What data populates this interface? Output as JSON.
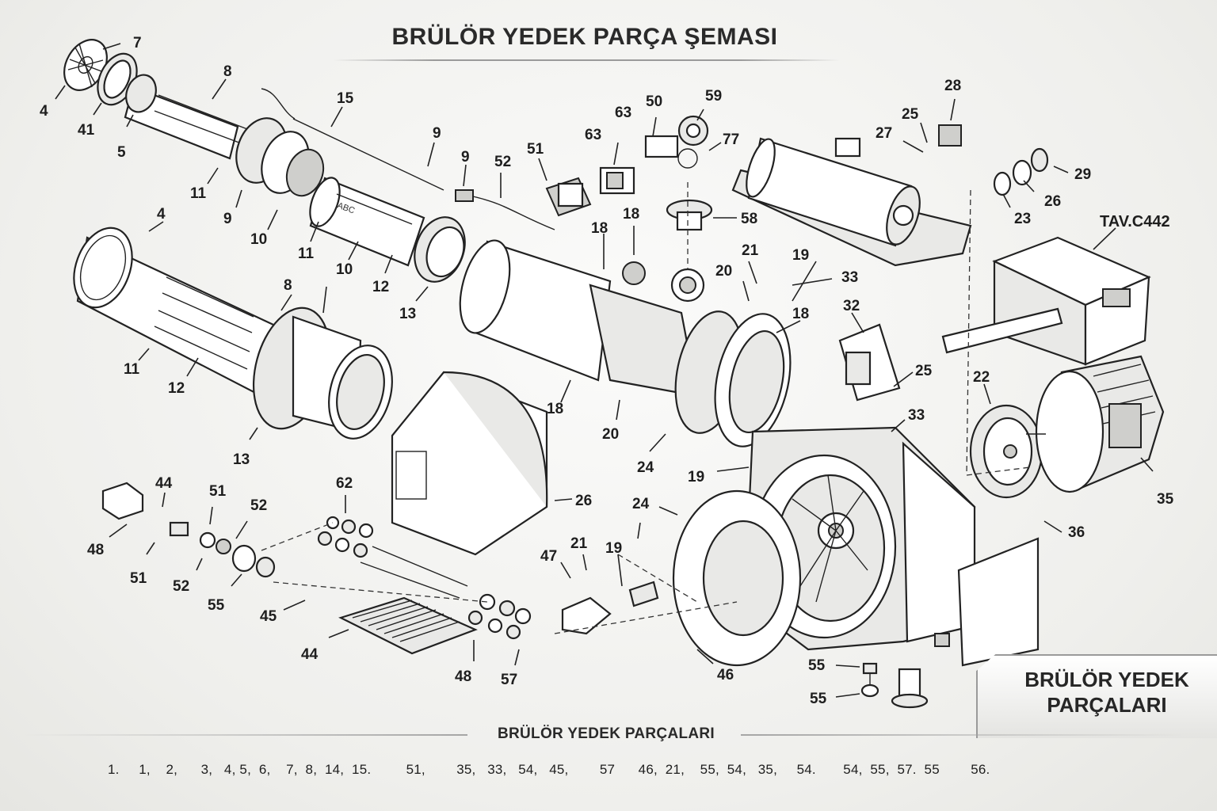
{
  "title": "BRÜLÖR YEDEK PARÇA ŞEMASI",
  "reference_code": "TAV.C442",
  "badge": {
    "line1": "BRÜLÖR YEDEK",
    "line2": "PARÇALARI"
  },
  "footer": {
    "title": "BRÜLÖR YEDEK PARÇALARI",
    "parts_list": "1.     1,    2,      3,   4, 5,  6,    7,  8,  14,  15.         51,        35,   33,   54,   45,        57      46,  21,    55,  54,   35,     54.       54,  55,  57.  55        56."
  },
  "callouts": [
    "4",
    "41",
    "7",
    "5",
    "8",
    "15",
    "9",
    "9",
    "52",
    "51",
    "63",
    "50",
    "59",
    "63",
    "77",
    "28",
    "25",
    "27",
    "26",
    "29",
    "23",
    "11",
    "9",
    "10",
    "11",
    "10",
    "12",
    "13",
    "4",
    "8",
    "11",
    "12",
    "13",
    "18",
    "18",
    "58",
    "21",
    "19",
    "20",
    "33",
    "18",
    "32",
    "25",
    "22",
    "35",
    "36",
    "18",
    "20",
    "24",
    "19",
    "26",
    "33",
    "24",
    "19",
    "21",
    "47",
    "44",
    "51",
    "52",
    "48",
    "51",
    "52",
    "55",
    "45",
    "62",
    "44",
    "48",
    "57",
    "46",
    "55",
    "55"
  ]
}
